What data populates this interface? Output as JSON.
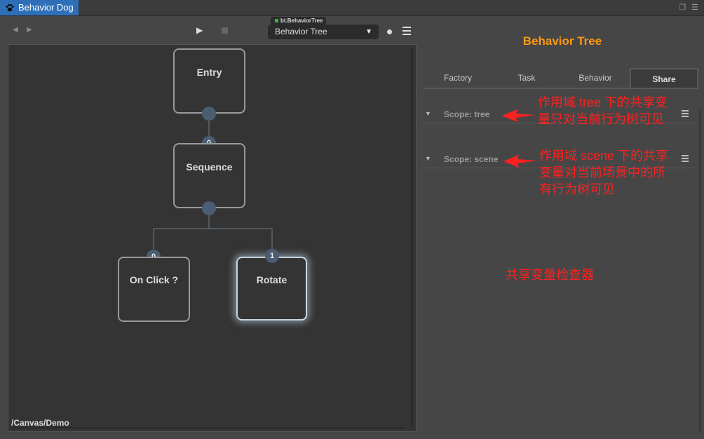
{
  "app": {
    "tab_title": "Behavior Dog"
  },
  "toolbar": {
    "tree_tag": "bt.BehaviorTree",
    "tree_select": "Behavior Tree"
  },
  "canvas": {
    "path": "/Canvas/Demo",
    "nodes": {
      "entry": "Entry",
      "sequence": "Sequence",
      "on_click": "On Click ?",
      "rotate": "Rotate"
    },
    "badges": {
      "sequence": "0",
      "on_click": "0",
      "rotate": "1"
    }
  },
  "inspector": {
    "title": "Behavior Tree",
    "tabs": [
      "Factory",
      "Task",
      "Behavior",
      "Share"
    ],
    "active_tab": "Share",
    "scopes": [
      "Scope: tree",
      "Scope: scene"
    ]
  },
  "annotations": {
    "tree_note_1": "作用域 tree 下的共享变",
    "tree_note_2": "量只对当前行为树可见",
    "scene_note_1": "作用域 scene 下的共享",
    "scene_note_2": "变量对当前场景中的所",
    "scene_note_3": "有行为树可见",
    "inspector_note": "共享变量检查器"
  },
  "colors": {
    "accent_title": "#ff9a10",
    "annotation": "#ff2020",
    "port": "#4a5d73",
    "tab_active": "#2f6fb8"
  },
  "icons": [
    "paw-icon",
    "prev-arrow-icon",
    "next-arrow-icon",
    "play-icon",
    "stop-icon",
    "dropdown-caret-icon",
    "record-dot-icon",
    "menu-icon",
    "collapse-triangle-icon",
    "restore-window-icon",
    "close-window-icon"
  ]
}
